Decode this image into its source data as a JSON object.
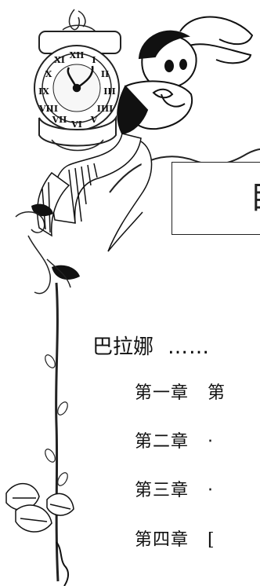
{
  "toc": {
    "main_entry": "巴拉娜",
    "main_leader": "……",
    "chapters": [
      {
        "label": "第一章",
        "tail": "第"
      },
      {
        "label": "第二章",
        "tail": "‧"
      },
      {
        "label": "第三章",
        "tail": "‧"
      },
      {
        "label": "第四章",
        "tail": "["
      }
    ]
  },
  "title_box": {
    "glyph": "目"
  },
  "clock": {
    "numerals": [
      "XII",
      "I",
      "II",
      "III",
      "IIII",
      "V",
      "VI",
      "VII",
      "VIII",
      "IX",
      "X",
      "XI"
    ]
  }
}
